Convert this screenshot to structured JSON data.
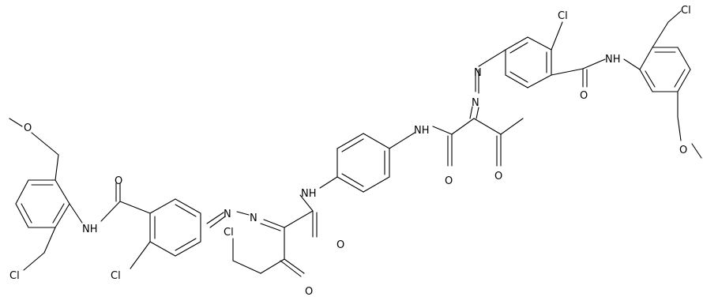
{
  "labels": {
    "cl_top_right_benzyl": "Cl",
    "cl_top_ring": "Cl",
    "nh_top_amide": "NH",
    "nh_top_center": "NH",
    "o_top_amide": "O",
    "o_top_ketone": "O",
    "o_top_anilide": "O",
    "o_top_methoxy": "O",
    "nh_center_left": "NH",
    "o_center_amide": "O",
    "o_left_ketone": "O",
    "cl_chloroethyl": "Cl",
    "o_left_methoxy": "O",
    "o_left_amide": "O",
    "nh_left_amide": "NH",
    "cl_left_benzyl": "Cl",
    "cl_left_ring": "Cl",
    "n_top_azo_1": "N",
    "n_top_azo_2": "N",
    "n_left_azo_1": "N",
    "n_left_azo_2": "N"
  }
}
